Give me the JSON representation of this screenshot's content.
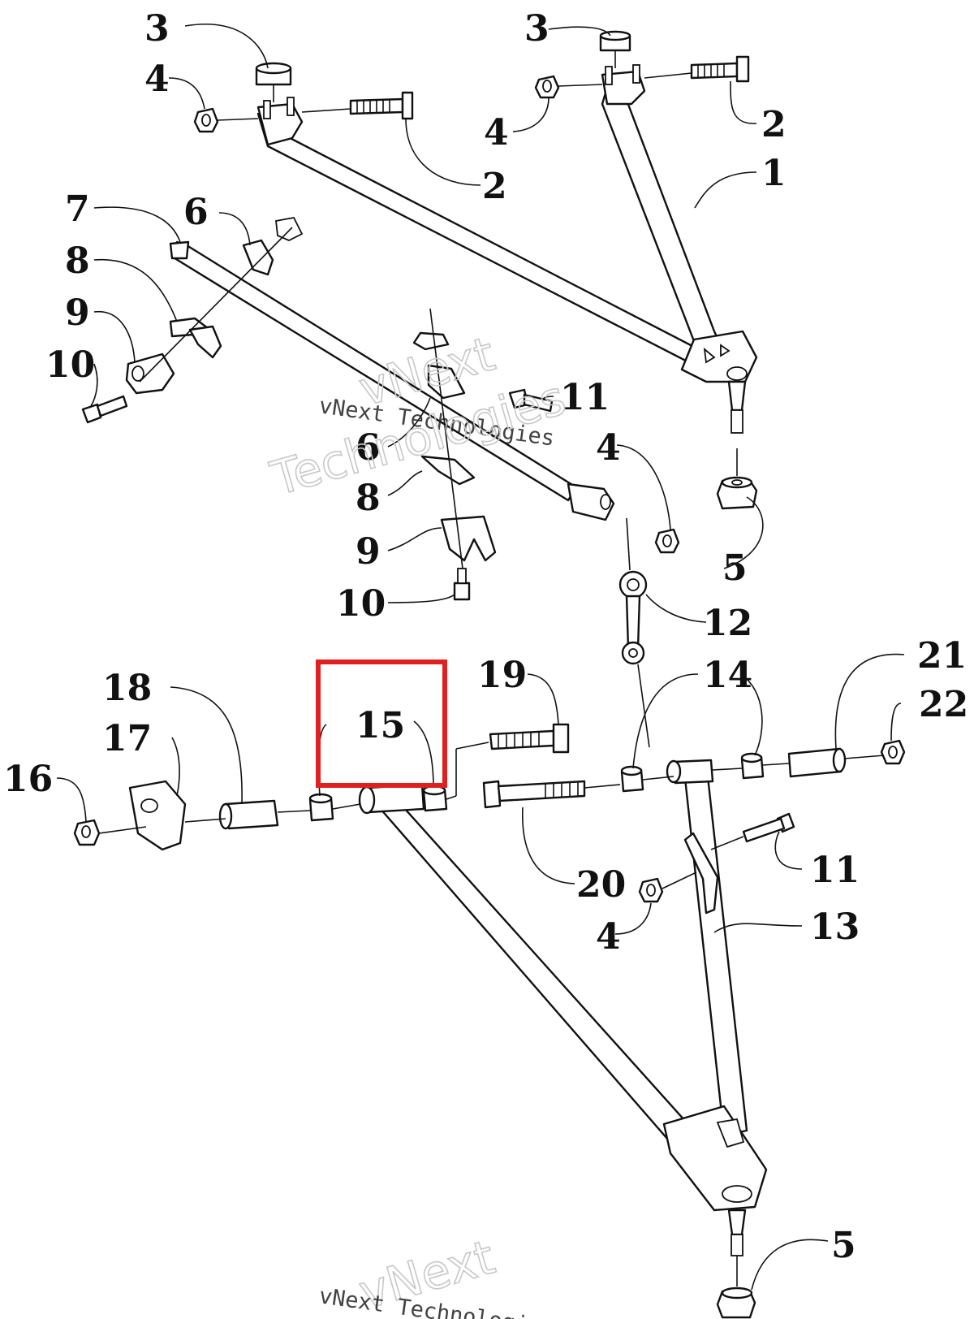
{
  "highlight_color": "#e02020",
  "callouts": {
    "c1": "1",
    "c2a": "2",
    "c2b": "2",
    "c3a": "3",
    "c3b": "3",
    "c4a": "4",
    "c4b": "4",
    "c4c": "4",
    "c4d": "4",
    "c5a": "5",
    "c5b": "5",
    "c6a": "6",
    "c6b": "6",
    "c7": "7",
    "c8a": "8",
    "c8b": "8",
    "c9a": "9",
    "c9b": "9",
    "c10a": "10",
    "c10b": "10",
    "c11a": "11",
    "c11b": "11",
    "c12": "12",
    "c13": "13",
    "c14": "14",
    "c15": "15",
    "c16": "16",
    "c17": "17",
    "c18": "18",
    "c19": "19",
    "c20": "20",
    "c21": "21",
    "c22": "22"
  },
  "watermark": {
    "line1": "vNext Technologies",
    "big_top": "vNext",
    "big_bottom": "Technologies"
  }
}
